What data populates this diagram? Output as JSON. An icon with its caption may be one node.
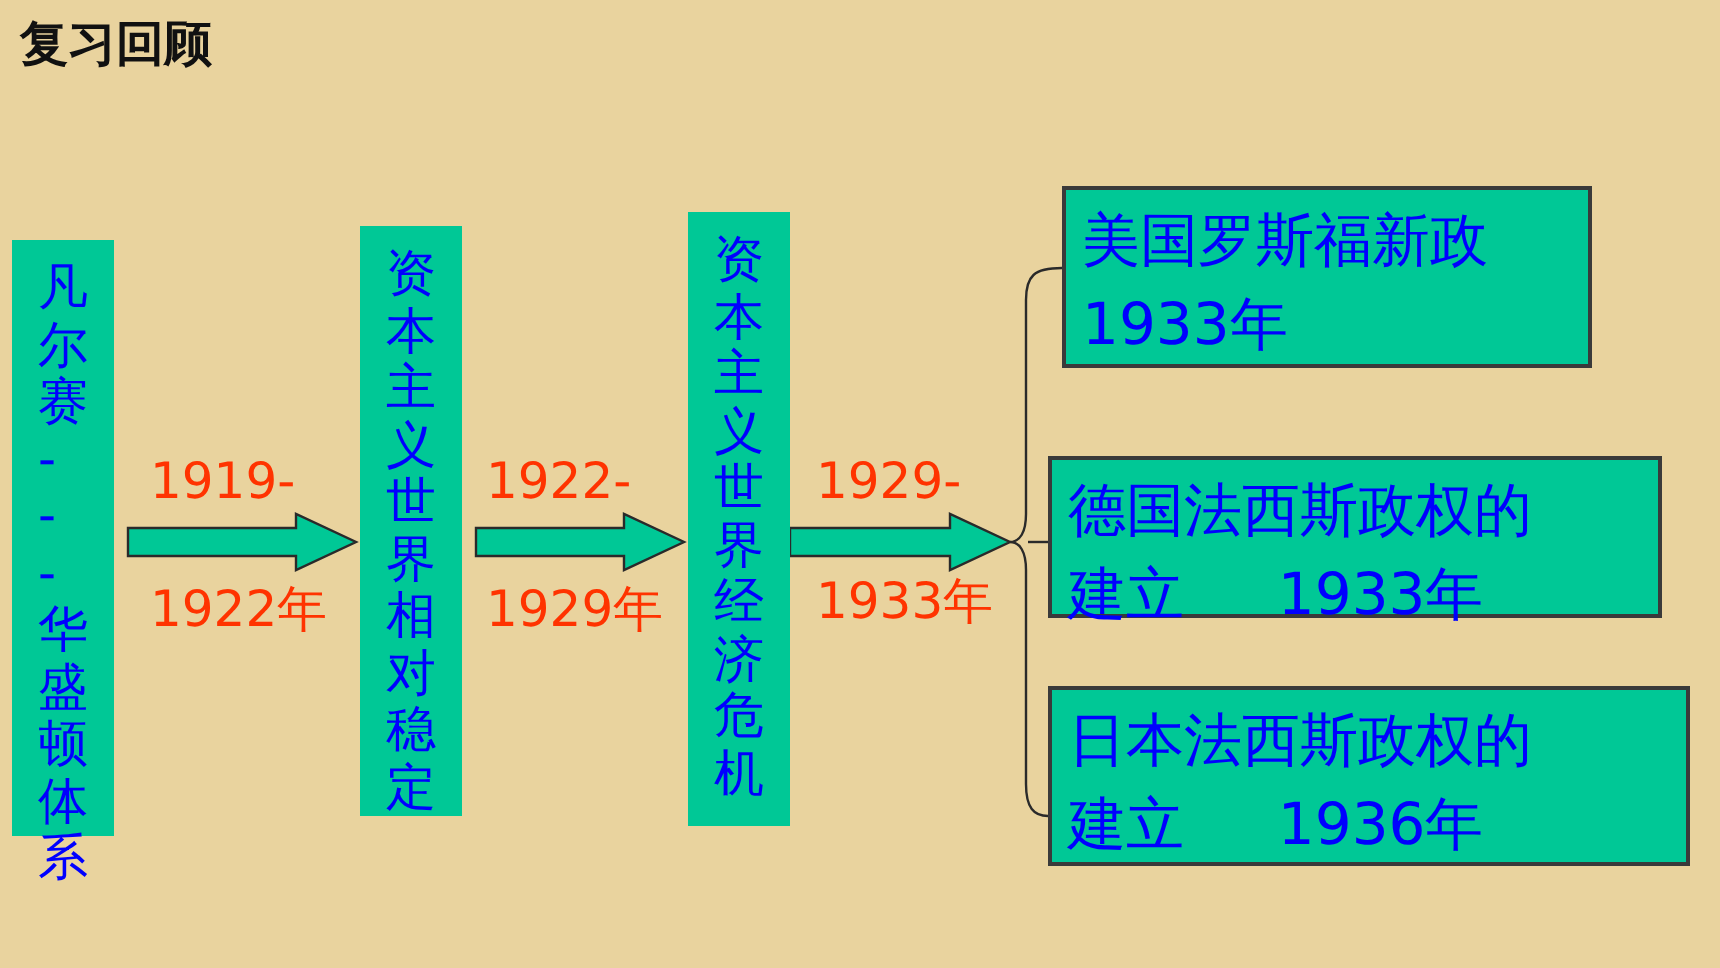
{
  "diagram": {
    "title": "复习回顾",
    "nodes": [
      {
        "text": [
          "凡尔赛---华盛顿体系"
        ]
      },
      {
        "text": [
          "资本主义世界相对稳定"
        ]
      },
      {
        "text": [
          "资本主义世界经济危机"
        ]
      },
      {
        "text": [
          "美国罗斯福新政 1933年"
        ]
      },
      {
        "text": [
          "德国法西斯政权的建立 1933年"
        ]
      },
      {
        "text": [
          "日本法西斯政权的建立 1936年"
        ]
      },
      {
        "text": [],
        "shape": "brace"
      }
    ],
    "edges": [
      {
        "from": 0,
        "to": 1,
        "arrow": "to"
      },
      {
        "from": 1,
        "to": 2,
        "arrow": "to"
      },
      {
        "from": 2,
        "to": 6,
        "arrow": "to"
      },
      {
        "from": 6,
        "to": 3,
        "arrow": "none"
      },
      {
        "from": 6,
        "to": 4,
        "arrow": "none"
      },
      {
        "from": 6,
        "to": 5,
        "arrow": "none"
      }
    ],
    "labels": [
      "1919-",
      "1922年",
      "1922-",
      "1929年",
      "1929-",
      "1933年"
    ]
  }
}
